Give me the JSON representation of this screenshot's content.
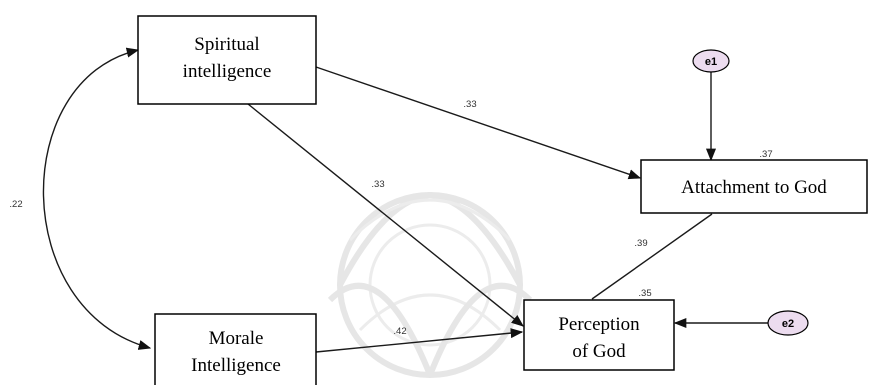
{
  "nodes": {
    "spiritual": {
      "line1": "Spiritual",
      "line2": "intelligence"
    },
    "morale": {
      "line1": "Morale",
      "line2": "Intelligence"
    },
    "attachment": {
      "line1": "Attachment to God"
    },
    "perception": {
      "line1": "Perception",
      "line2": "of God"
    },
    "e1": {
      "label": "e1"
    },
    "e2": {
      "label": "e2"
    }
  },
  "coefficients": {
    "covariance_spiritual_morale": ".22",
    "spiritual_to_attachment": ".33",
    "spiritual_to_perception": ".33",
    "morale_to_perception": ".42",
    "attachment_to_perception": ".39",
    "r2_attachment": ".37",
    "r2_perception": ".35"
  },
  "colors": {
    "error_fill": "#ecdcef",
    "line": "#1a1a1a"
  }
}
